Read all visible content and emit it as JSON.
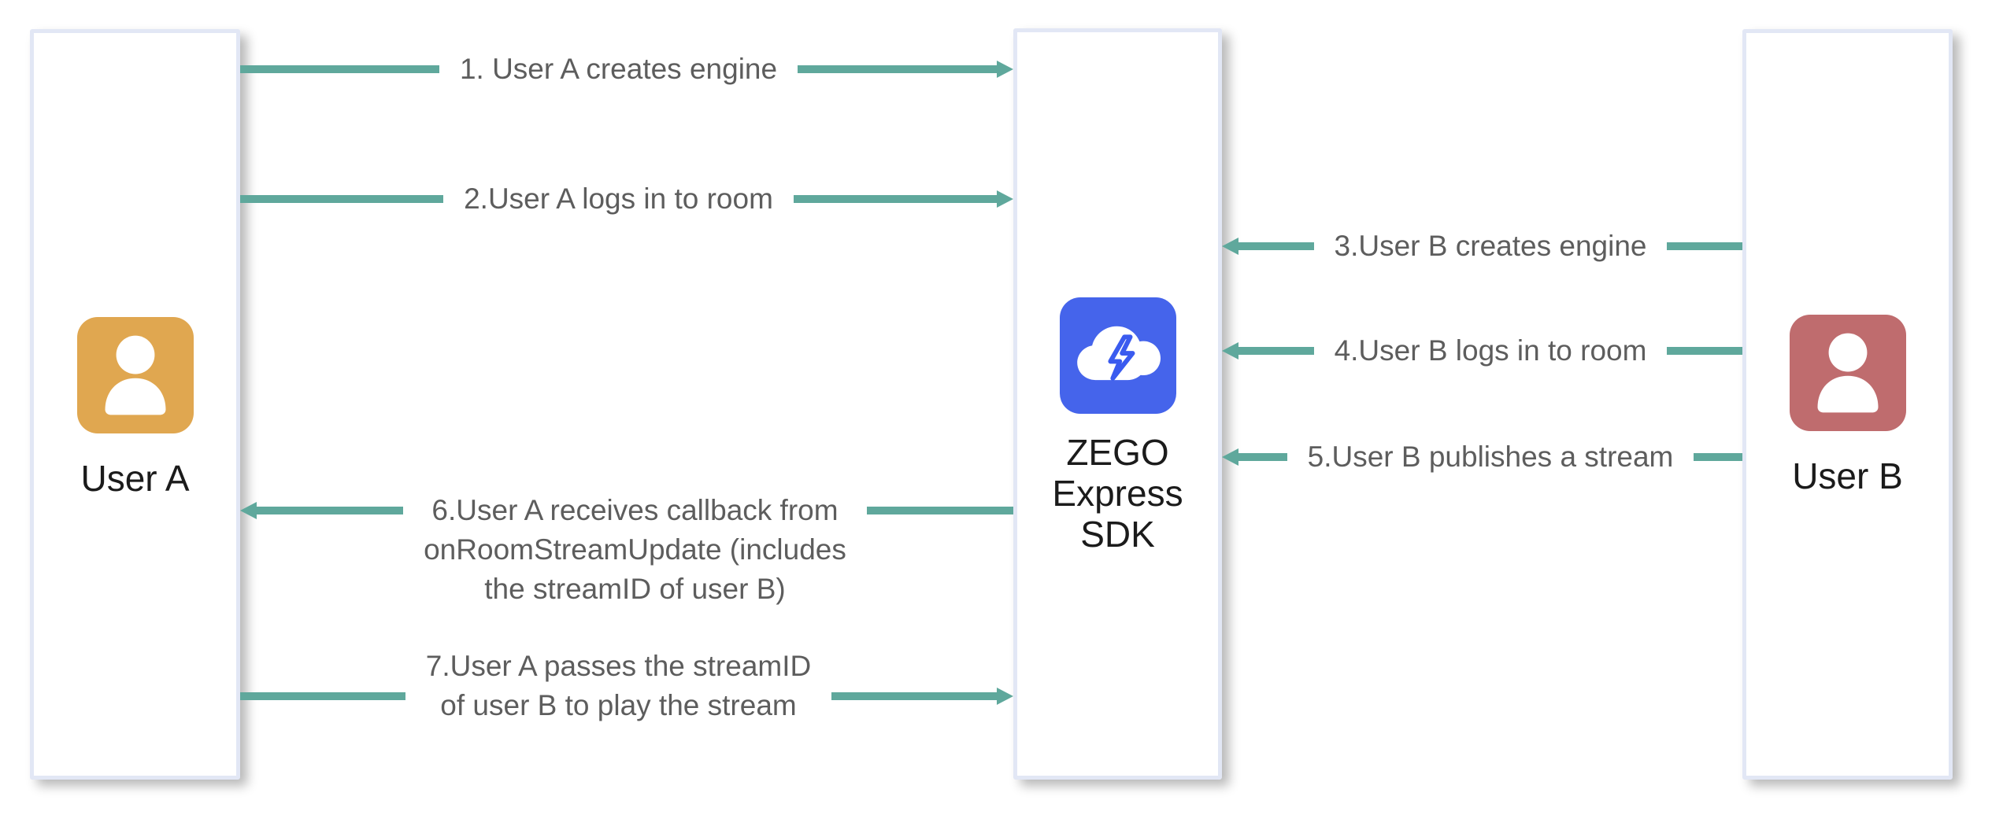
{
  "diagram": {
    "type": "sequence-flow",
    "colors": {
      "arrow": "#5FA89C",
      "box_border": "#E2E7F5",
      "message_text": "#5D5D5D",
      "node_label_text": "#1B1B1B",
      "user_a_tile": "#E0A750",
      "user_b_tile": "#BF6C6E",
      "sdk_tile": "#4564EB",
      "sdk_bolt_outline": "#3A5BEF"
    },
    "nodes": [
      {
        "id": "user-a",
        "label": "User A",
        "icon": "person-icon",
        "tile_color": "#E0A750"
      },
      {
        "id": "zego-express-sdk",
        "label": "ZEGO\nExpress\nSDK",
        "icon": "cloud-lightning-icon",
        "tile_color": "#4564EB"
      },
      {
        "id": "user-b",
        "label": "User B",
        "icon": "person-icon",
        "tile_color": "#BF6C6E"
      }
    ],
    "messages": [
      {
        "step": 1,
        "label": "1. User A creates engine",
        "from": "User A",
        "to": "ZEGO Express SDK",
        "direction": "right"
      },
      {
        "step": 2,
        "label": "2.User A logs in to room",
        "from": "User A",
        "to": "ZEGO Express SDK",
        "direction": "right"
      },
      {
        "step": 3,
        "label": "3.User B creates engine",
        "from": "User B",
        "to": "ZEGO Express SDK",
        "direction": "left"
      },
      {
        "step": 4,
        "label": "4.User B logs in to room",
        "from": "User B",
        "to": "ZEGO Express SDK",
        "direction": "left"
      },
      {
        "step": 5,
        "label": "5.User B publishes a stream",
        "from": "User B",
        "to": "ZEGO Express SDK",
        "direction": "left"
      },
      {
        "step": 6,
        "label": "6.User A receives callback from\nonRoomStreamUpdate (includes\nthe streamID of user B)",
        "from": "ZEGO Express SDK",
        "to": "User A",
        "direction": "left"
      },
      {
        "step": 7,
        "label": "7.User A passes the streamID\nof user B to play the stream",
        "from": "User A",
        "to": "ZEGO Express SDK",
        "direction": "right"
      }
    ]
  }
}
